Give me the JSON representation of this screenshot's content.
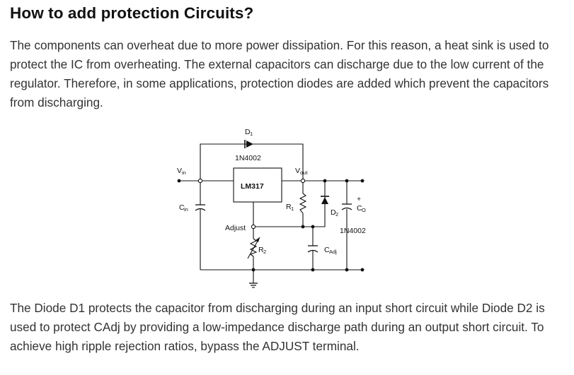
{
  "article": {
    "heading": "How to add protection Circuits?",
    "paragraph1": "The components can overheat due to more power dissipation. For this reason, a heat sink is used to protect the IC from overheating. The external capacitors can discharge due to the low current of the regulator. Therefore, in some applications, protection diodes are added which prevent the capacitors from discharging.",
    "paragraph2": "The Diode D1 protects the capacitor from discharging during an input short circuit while Diode D2 is used to protect CAdj by providing a low-impedance discharge path during an output short circuit. To achieve high ripple rejection ratios, bypass the ADJUST terminal."
  },
  "circuit": {
    "d1_label": "D",
    "d1_sub": "1",
    "d1_part": "1N4002",
    "vin_label": "V",
    "vin_sub": "in",
    "vout_label": "V",
    "vout_sub": "out",
    "ic_label": "LM317",
    "cin_label": "C",
    "cin_sub": "in",
    "r1_label": "R",
    "r1_sub": "1",
    "d2_label": "D",
    "d2_sub": "2",
    "co_label": "C",
    "co_sub": "O",
    "co_plus": "+",
    "d2_part": "1N4002",
    "adjust_label": "Adjust",
    "r2_label": "R",
    "r2_sub": "2",
    "cadj_label": "C",
    "cadj_sub": "Adj"
  }
}
